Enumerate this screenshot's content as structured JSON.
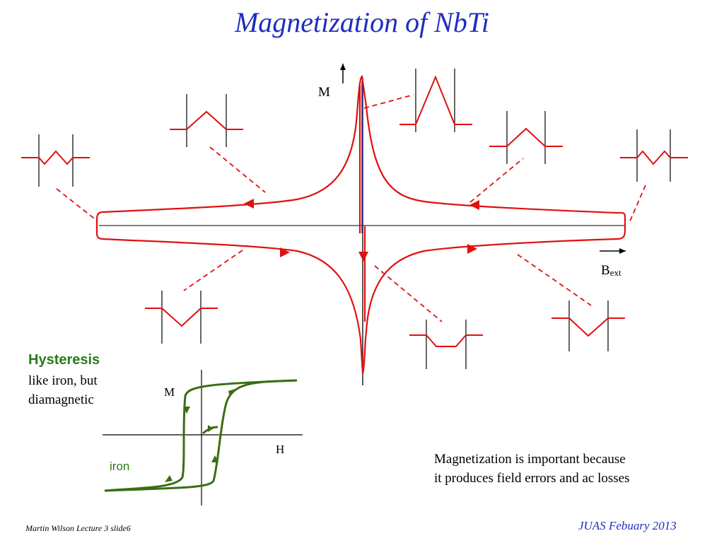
{
  "slide": {
    "title": "Magnetization of NbTi",
    "main_plot": {
      "y_axis_label": "M",
      "x_axis_label_base": "B",
      "x_axis_label_sub": "ext"
    },
    "hysteresis": {
      "heading": "Hysteresis",
      "desc_line1": "like iron, but",
      "desc_line2": "diamagnetic",
      "iron_y_label": "M",
      "iron_x_label": "H",
      "iron_curve_label": "iron"
    },
    "note": {
      "line1": "Magnetization is important because",
      "line2": "it produces field errors and ac losses"
    },
    "footer": {
      "left": "Martin Wilson Lecture 3 slide6",
      "right": "JUAS Febuary 2013"
    },
    "colors": {
      "title": "#1f2ebd",
      "curve": "#e01010",
      "iron_curve": "#3a6e12",
      "hysteresis_label": "#2d7a1a"
    }
  }
}
